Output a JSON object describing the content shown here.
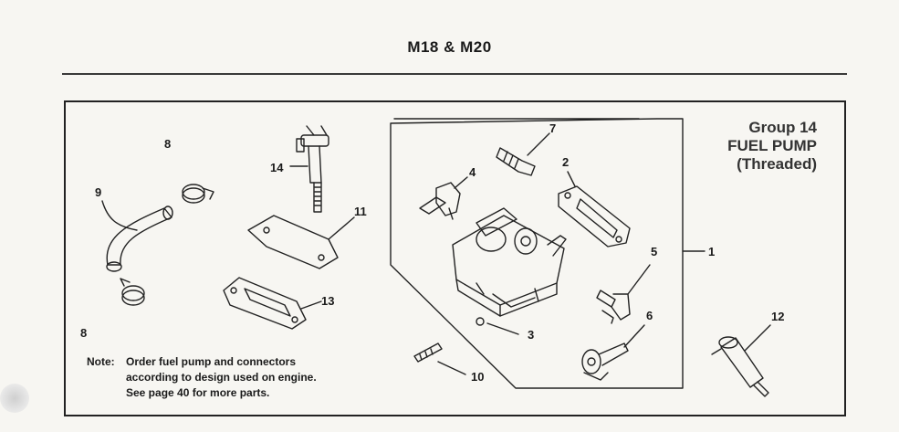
{
  "header": {
    "title": "M18 & M20"
  },
  "group": {
    "line1": "Group 14",
    "line2": "FUEL PUMP",
    "line3": "(Threaded)"
  },
  "callouts": {
    "c1": "1",
    "c2": "2",
    "c3": "3",
    "c4": "4",
    "c5": "5",
    "c6": "6",
    "c7": "7",
    "c8a": "8",
    "c8b": "8",
    "c9": "9",
    "c10": "10",
    "c11": "11",
    "c12": "12",
    "c13": "13",
    "c14": "14"
  },
  "note": {
    "label": "Note:",
    "line1": "Order fuel pump and connectors",
    "line2": "according to design used on engine.",
    "line3": "See page 40 for more parts."
  }
}
